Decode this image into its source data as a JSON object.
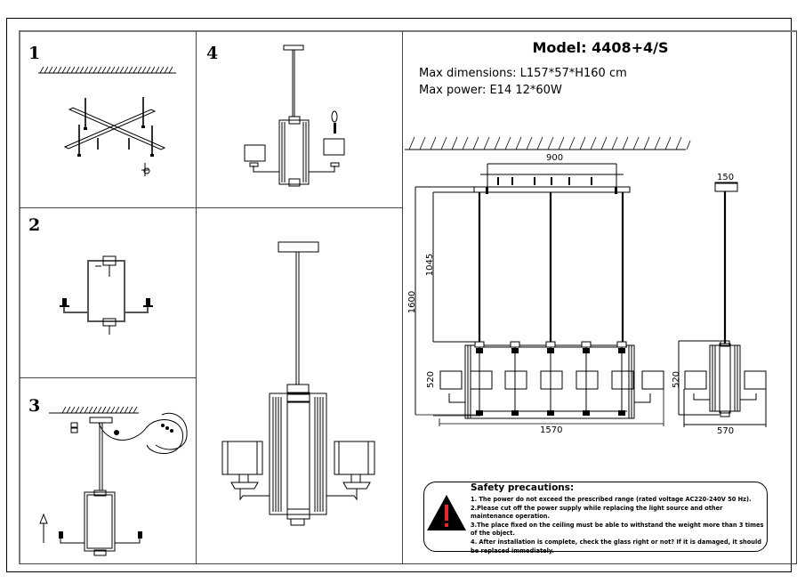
{
  "document": {
    "type": "installation-instructions",
    "steps": [
      {
        "number": "1",
        "description": "mount-cross-bracket-to-ceiling"
      },
      {
        "number": "2",
        "description": "attach-arms-to-frame"
      },
      {
        "number": "3",
        "description": "connect-wires-and-raise-fixture"
      },
      {
        "number": "4",
        "description": "install-bulbs-and-shades"
      }
    ]
  },
  "spec": {
    "title": "Model: 4408+4/S",
    "dimensions": "Max dimensions: L157*57*H160 cm",
    "power": "Max power: E14 12*60W"
  },
  "drawing": {
    "dims": {
      "canopy_width": "900",
      "canopy_depth": "150",
      "total_height": "1600",
      "rod_length": "1045",
      "body_height_front": "520",
      "body_height_side": "520",
      "total_length": "1570",
      "total_depth": "570"
    }
  },
  "safety": {
    "icon": "warning-triangle-icon",
    "colors": {
      "triangle": "#000000",
      "mark": "#e8262b"
    },
    "title": "Safety precautions:",
    "items": [
      "1. The power do not exceed the prescribed range (rated voltage AC220-240V 50 Hz).",
      "2.Please cut off the power supply while replacing the light source and other maintenance operation.",
      "3.The place fixed on the ceiling must be able to withstand the weight more than 3 times of the object.",
      "4. After installation is complete, check the glass right or not? If it is damaged, it should be replaced immediately."
    ]
  }
}
